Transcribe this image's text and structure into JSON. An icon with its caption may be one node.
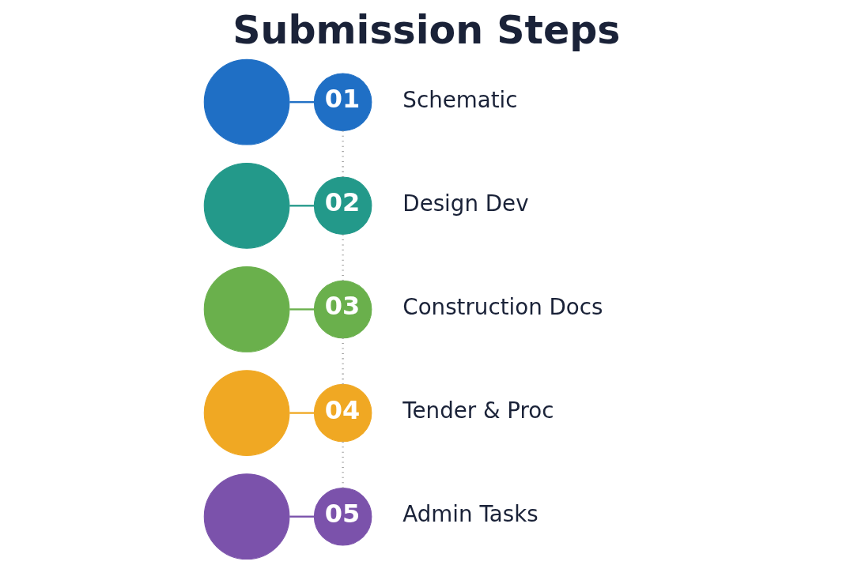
{
  "diagram": {
    "title": "Submission Steps",
    "nodes": [
      {
        "text": [],
        "shape": "circle"
      },
      {
        "text": [
          "01"
        ],
        "beside": [
          "Schematic"
        ]
      },
      {
        "text": [],
        "shape": "circle"
      },
      {
        "text": [
          "02"
        ],
        "beside": [
          "Design Dev"
        ]
      },
      {
        "text": [],
        "shape": "circle"
      },
      {
        "text": [
          "03"
        ],
        "beside": [
          "Construction Docs"
        ]
      },
      {
        "text": [],
        "shape": "circle"
      },
      {
        "text": [
          "04"
        ],
        "beside": [
          "Tender & Proc"
        ]
      },
      {
        "text": [],
        "shape": "circle"
      },
      {
        "text": [
          "05"
        ],
        "beside": [
          "Admin Tasks"
        ]
      }
    ],
    "edges": [
      {
        "from": 0,
        "to": 1,
        "arrow": "none",
        "color": "#1f6fc5"
      },
      {
        "from": 1,
        "to": 3,
        "arrow": "none",
        "style": "dashed"
      },
      {
        "from": 2,
        "to": 3,
        "arrow": "none",
        "color": "#23998a"
      },
      {
        "from": 3,
        "to": 5,
        "arrow": "none",
        "style": "dashed"
      },
      {
        "from": 4,
        "to": 5,
        "arrow": "none",
        "color": "#6ab04c"
      },
      {
        "from": 5,
        "to": 7,
        "arrow": "none",
        "style": "dashed"
      },
      {
        "from": 6,
        "to": 7,
        "arrow": "none",
        "color": "#f0a823"
      },
      {
        "from": 7,
        "to": 9,
        "arrow": "none",
        "style": "dashed"
      },
      {
        "from": 8,
        "to": 9,
        "arrow": "none",
        "color": "#7b52ab"
      }
    ]
  }
}
